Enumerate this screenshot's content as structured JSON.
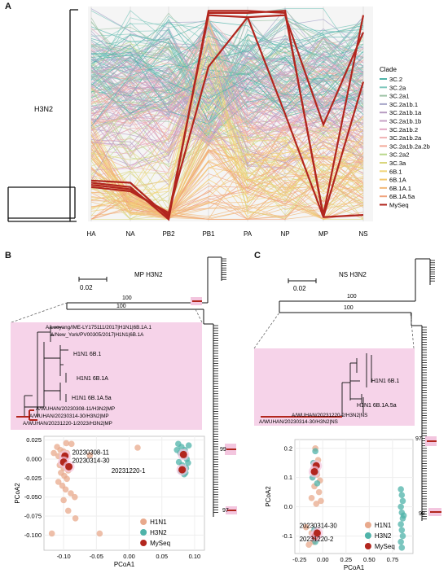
{
  "panels": {
    "a": "A",
    "b": "B",
    "c": "C"
  },
  "panel_a": {
    "tree_label": "H3N2",
    "legend_title": "Clade",
    "clades": [
      {
        "name": "3C.2",
        "color": "#4fb3a9"
      },
      {
        "name": "3C.2a",
        "color": "#7fc8bd"
      },
      {
        "name": "3C.2a1",
        "color": "#9ec3a5"
      },
      {
        "name": "3C.2a1b.1",
        "color": "#a7a6c9"
      },
      {
        "name": "3C.2a1b.1a",
        "color": "#b79bc2"
      },
      {
        "name": "3C.2a1b.1b",
        "color": "#c7a2c6"
      },
      {
        "name": "3C.2a1b.2",
        "color": "#e2a6c4"
      },
      {
        "name": "3C.2a1b.2a",
        "color": "#efb1b3"
      },
      {
        "name": "3C.2a1b.2a.2b",
        "color": "#f2a998"
      },
      {
        "name": "3C.2a2",
        "color": "#b8d78b"
      },
      {
        "name": "3C.3a",
        "color": "#d9d67d"
      },
      {
        "name": "6B.1",
        "color": "#f1d67a"
      },
      {
        "name": "6B.1A",
        "color": "#f4c96d"
      },
      {
        "name": "6B.1A.1",
        "color": "#f2b97a"
      },
      {
        "name": "6B.1A.5a",
        "color": "#f0a27c"
      },
      {
        "name": "MySeq",
        "color": "#b2261e"
      }
    ],
    "segments": [
      "HA",
      "NA",
      "PB2",
      "PB1",
      "PA",
      "NP",
      "MP",
      "NS"
    ]
  },
  "panel_b": {
    "title": "MP H3N2",
    "scale": "0.02",
    "bootstrap": [
      "100",
      "100",
      "99",
      "97"
    ],
    "inset_labels": [
      "A/Luoyang/IME-LY175111/2017|H1N1|6B.1A.1",
      "A/New_York/PV00305/2017|H1N1|6B.1A",
      "H1N1 6B.1",
      "H1N1 6B.1A",
      "H1N1 6B.1A.5a",
      "A/WUHAN/20230308-11/H3N2|MP",
      "A/WUHAN/20230314-30/H3N2|MP",
      "A/WUHAN/20231220-1/2023/H3N2|MP"
    ]
  },
  "panel_c": {
    "title": "NS H3N2",
    "scale": "0.02",
    "bootstrap": [
      "100",
      "100",
      "97",
      "98"
    ],
    "inset_labels": [
      "H1N1 6B.1",
      "H1N1 6B.1A.5a",
      "A/WUHAN/20231220-2/H3N2|NS",
      "A/WUHAN/20230314-30/H3N2|NS"
    ]
  },
  "chart_data": [
    {
      "type": "scatter",
      "xlabel": "PCoA1",
      "ylabel": "PCoA2",
      "xlim": [
        -0.13,
        0.115
      ],
      "ylim": [
        -0.12,
        0.03
      ],
      "xticks": [
        "-0.10",
        "-0.05",
        "0.00",
        "0.05",
        "0.10"
      ],
      "yticks": [
        "0.025",
        "0.000",
        "-0.025",
        "-0.050",
        "-0.075",
        "-0.100"
      ],
      "xtick_values": [
        -0.1,
        -0.05,
        0.0,
        0.05,
        0.1
      ],
      "ytick_values": [
        0.025,
        0.0,
        -0.025,
        -0.05,
        -0.075,
        -0.1
      ],
      "annotations": [
        {
          "text": "20230308-11",
          "x": -0.087,
          "y": 0.006
        },
        {
          "text": "20230314-30",
          "x": -0.087,
          "y": -0.005
        },
        {
          "text": "20231220-1",
          "x": -0.027,
          "y": -0.018
        }
      ],
      "legend": [
        "H1N1",
        "H3N2",
        "MySeq"
      ],
      "series": [
        {
          "name": "H1N1",
          "color": "#e8a98c",
          "points": [
            [
              -0.11,
              0.016
            ],
            [
              -0.105,
              0.012
            ],
            [
              -0.1,
              0.01
            ],
            [
              -0.095,
              0.008
            ],
            [
              -0.108,
              0.004
            ],
            [
              -0.102,
              0.0
            ],
            [
              -0.098,
              -0.004
            ],
            [
              -0.106,
              -0.008
            ],
            [
              -0.1,
              -0.012
            ],
            [
              -0.093,
              -0.015
            ],
            [
              -0.104,
              -0.018
            ],
            [
              -0.099,
              -0.022
            ],
            [
              -0.095,
              -0.026
            ],
            [
              -0.108,
              -0.03
            ],
            [
              -0.102,
              -0.035
            ],
            [
              -0.097,
              -0.04
            ],
            [
              -0.089,
              -0.045
            ],
            [
              -0.083,
              -0.05
            ],
            [
              -0.1,
              -0.054
            ],
            [
              -0.093,
              -0.068
            ],
            [
              -0.082,
              -0.078
            ],
            [
              -0.118,
              -0.098
            ],
            [
              -0.045,
              -0.098
            ],
            [
              -0.06,
              0.005
            ],
            [
              0.013,
              0.015
            ],
            [
              -0.088,
              0.02
            ],
            [
              -0.096,
              0.021
            ],
            [
              -0.115,
              0.008
            ]
          ]
        },
        {
          "name": "H3N2",
          "color": "#4fb3a9",
          "points": [
            [
              0.075,
              0.02
            ],
            [
              0.08,
              0.016
            ],
            [
              0.085,
              0.012
            ],
            [
              0.078,
              0.008
            ],
            [
              0.083,
              0.004
            ],
            [
              0.088,
              0.0
            ],
            [
              0.076,
              -0.004
            ],
            [
              0.081,
              -0.008
            ],
            [
              0.087,
              -0.012
            ],
            [
              0.079,
              -0.016
            ],
            [
              0.084,
              -0.02
            ],
            [
              0.09,
              -0.005
            ],
            [
              0.073,
              0.012
            ],
            [
              0.091,
              0.018
            ],
            [
              0.086,
              -0.018
            ]
          ]
        },
        {
          "name": "MySeq",
          "color": "#b2261e",
          "points": [
            [
              -0.098,
              0.004
            ],
            [
              -0.1,
              -0.004
            ],
            [
              -0.092,
              -0.01
            ],
            [
              0.083,
              0.006
            ],
            [
              0.081,
              -0.014
            ]
          ]
        }
      ]
    },
    {
      "type": "scatter",
      "xlabel": "PCoA1",
      "ylabel": "PCoA2",
      "xlim": [
        -0.3,
        0.97
      ],
      "ylim": [
        -0.16,
        0.23
      ],
      "xticks": [
        "-0.25",
        "0.00",
        "0.25",
        "0.50",
        "0.75"
      ],
      "yticks": [
        "0.2",
        "0.1",
        "0.0",
        "-0.1"
      ],
      "xtick_values": [
        -0.25,
        0.0,
        0.25,
        0.5,
        0.75
      ],
      "ytick_values": [
        0.2,
        0.1,
        0.0,
        -0.1
      ],
      "annotations": [
        {
          "text": "20230314-30",
          "x": -0.25,
          "y": -0.072
        },
        {
          "text": "20231220-2",
          "x": -0.25,
          "y": -0.118
        }
      ],
      "legend": [
        "H1N1",
        "H3N2",
        "MySeq"
      ],
      "series": [
        {
          "name": "H1N1",
          "color": "#e8a98c",
          "points": [
            [
              -0.08,
              0.2
            ],
            [
              -0.05,
              0.16
            ],
            [
              -0.1,
              0.13
            ],
            [
              -0.06,
              0.11
            ],
            [
              -0.03,
              0.09
            ],
            [
              -0.09,
              0.07
            ],
            [
              -0.04,
              0.05
            ],
            [
              -0.12,
              0.03
            ],
            [
              -0.07,
              0.01
            ],
            [
              -0.02,
              0.02
            ],
            [
              -0.18,
              -0.07
            ],
            [
              -0.12,
              -0.09
            ],
            [
              -0.05,
              -0.1
            ],
            [
              -0.1,
              -0.12
            ],
            [
              -0.15,
              -0.13
            ]
          ]
        },
        {
          "name": "H3N2",
          "color": "#4fb3a9",
          "points": [
            [
              -0.08,
              0.19
            ],
            [
              -0.1,
              0.15
            ],
            [
              -0.07,
              0.12
            ],
            [
              -0.11,
              0.1
            ],
            [
              -0.06,
              0.08
            ],
            [
              -0.09,
              -0.08
            ],
            [
              -0.07,
              -0.1
            ],
            [
              -0.08,
              -0.12
            ],
            [
              0.84,
              0.06
            ],
            [
              0.85,
              0.04
            ],
            [
              0.86,
              0.02
            ],
            [
              0.84,
              0.0
            ],
            [
              0.85,
              -0.02
            ],
            [
              0.86,
              -0.04
            ],
            [
              0.84,
              -0.06
            ],
            [
              0.85,
              -0.08
            ],
            [
              0.86,
              -0.1
            ],
            [
              0.84,
              -0.12
            ],
            [
              0.85,
              -0.14
            ],
            [
              0.87,
              -0.03
            ]
          ]
        },
        {
          "name": "MySeq",
          "color": "#b2261e",
          "points": [
            [
              -0.07,
              0.14
            ],
            [
              -0.09,
              0.12
            ],
            [
              -0.08,
              -0.1
            ],
            [
              -0.06,
              -0.09
            ]
          ]
        }
      ]
    }
  ]
}
